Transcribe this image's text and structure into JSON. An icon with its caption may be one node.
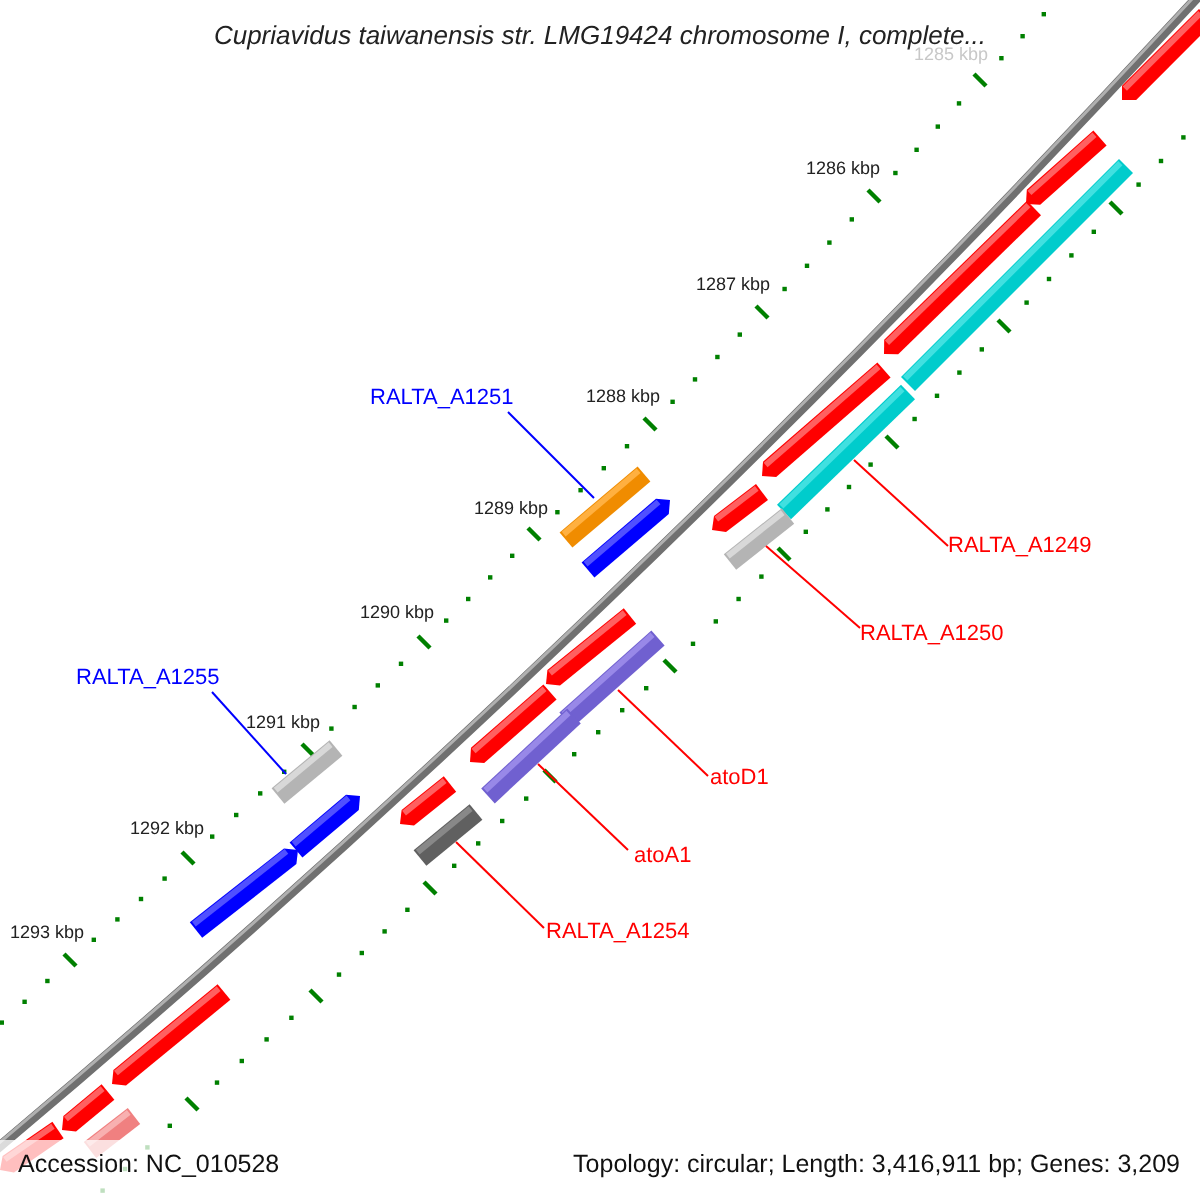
{
  "diagram": {
    "title": "Cupriavidus taiwanensis str. LMG19424 chromosome I, complete...",
    "nodes": [
      {
        "text": [
          "RALTA_A1251"
        ]
      },
      {
        "text": [],
        "shape": "bar"
      },
      {
        "text": [
          "RALTA_A1249"
        ]
      },
      {
        "text": [],
        "shape": "bar"
      },
      {
        "text": [
          "RALTA_A1250"
        ]
      },
      {
        "text": [],
        "shape": "bar"
      },
      {
        "text": [
          "RALTA_A1255"
        ]
      },
      {
        "text": [],
        "shape": "bar"
      },
      {
        "text": [
          "atoD1"
        ]
      },
      {
        "text": [],
        "shape": "bar"
      },
      {
        "text": [
          "atoA1"
        ]
      },
      {
        "text": [],
        "shape": "bar"
      },
      {
        "text": [
          "RALTA_A1254"
        ]
      },
      {
        "text": [],
        "shape": "bar"
      }
    ],
    "edges": [
      {
        "from": 0,
        "to": 1,
        "arrow": "none",
        "color": "#0000ff"
      },
      {
        "from": 2,
        "to": 3,
        "arrow": "none"
      },
      {
        "from": 4,
        "to": 5,
        "arrow": "none"
      },
      {
        "from": 6,
        "to": 7,
        "arrow": "none",
        "color": "#0000ff"
      },
      {
        "from": 8,
        "to": 9,
        "arrow": "none"
      },
      {
        "from": 10,
        "to": 11,
        "arrow": "none"
      },
      {
        "from": 12,
        "to": 13,
        "arrow": "none"
      }
    ],
    "labels": [
      "1285 kbp",
      "1286 kbp",
      "1287 kbp",
      "1288 kbp",
      "1289 kbp",
      "1290 kbp",
      "1291 kbp",
      "1292 kbp",
      "1293 kbp",
      "Accession: NC_010528",
      "Topology: circular; Length: 3,416,911 bp; Genes: 3,209"
    ]
  }
}
